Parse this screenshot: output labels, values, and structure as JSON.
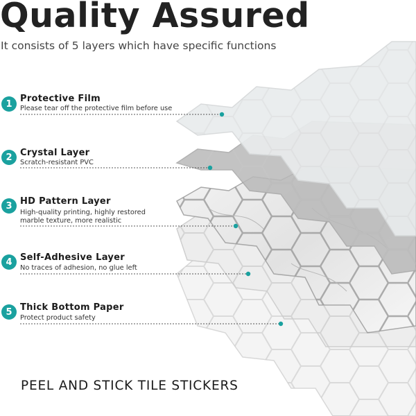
{
  "header": {
    "title": "Quality Assured",
    "subtitle": "It consists of 5 layers which have specific functions"
  },
  "layers": [
    {
      "number": "1",
      "name": "Protective Film",
      "description": [
        "Please tear off the protective film before use"
      ]
    },
    {
      "number": "2",
      "name": "Crystal Layer",
      "description": [
        "Scratch-resistant PVC"
      ]
    },
    {
      "number": "3",
      "name": "HD Pattern Layer",
      "description": [
        "High-quality printing, highly restored",
        "marble texture, more realistic"
      ]
    },
    {
      "number": "4",
      "name": "Self-Adhesive Layer",
      "description": [
        "No traces of adhesion, no glue left"
      ]
    },
    {
      "number": "5",
      "name": "Thick Bottom Paper",
      "description": [
        "Protect product safety"
      ]
    }
  ],
  "footer": {
    "tagline": "PEEL AND STICK  TILE STICKERS"
  },
  "colors": {
    "accent": "#1aa19f",
    "title": "#222222"
  },
  "icons": {
    "badge": "numbered-circle",
    "pointer": "leader-dot"
  }
}
